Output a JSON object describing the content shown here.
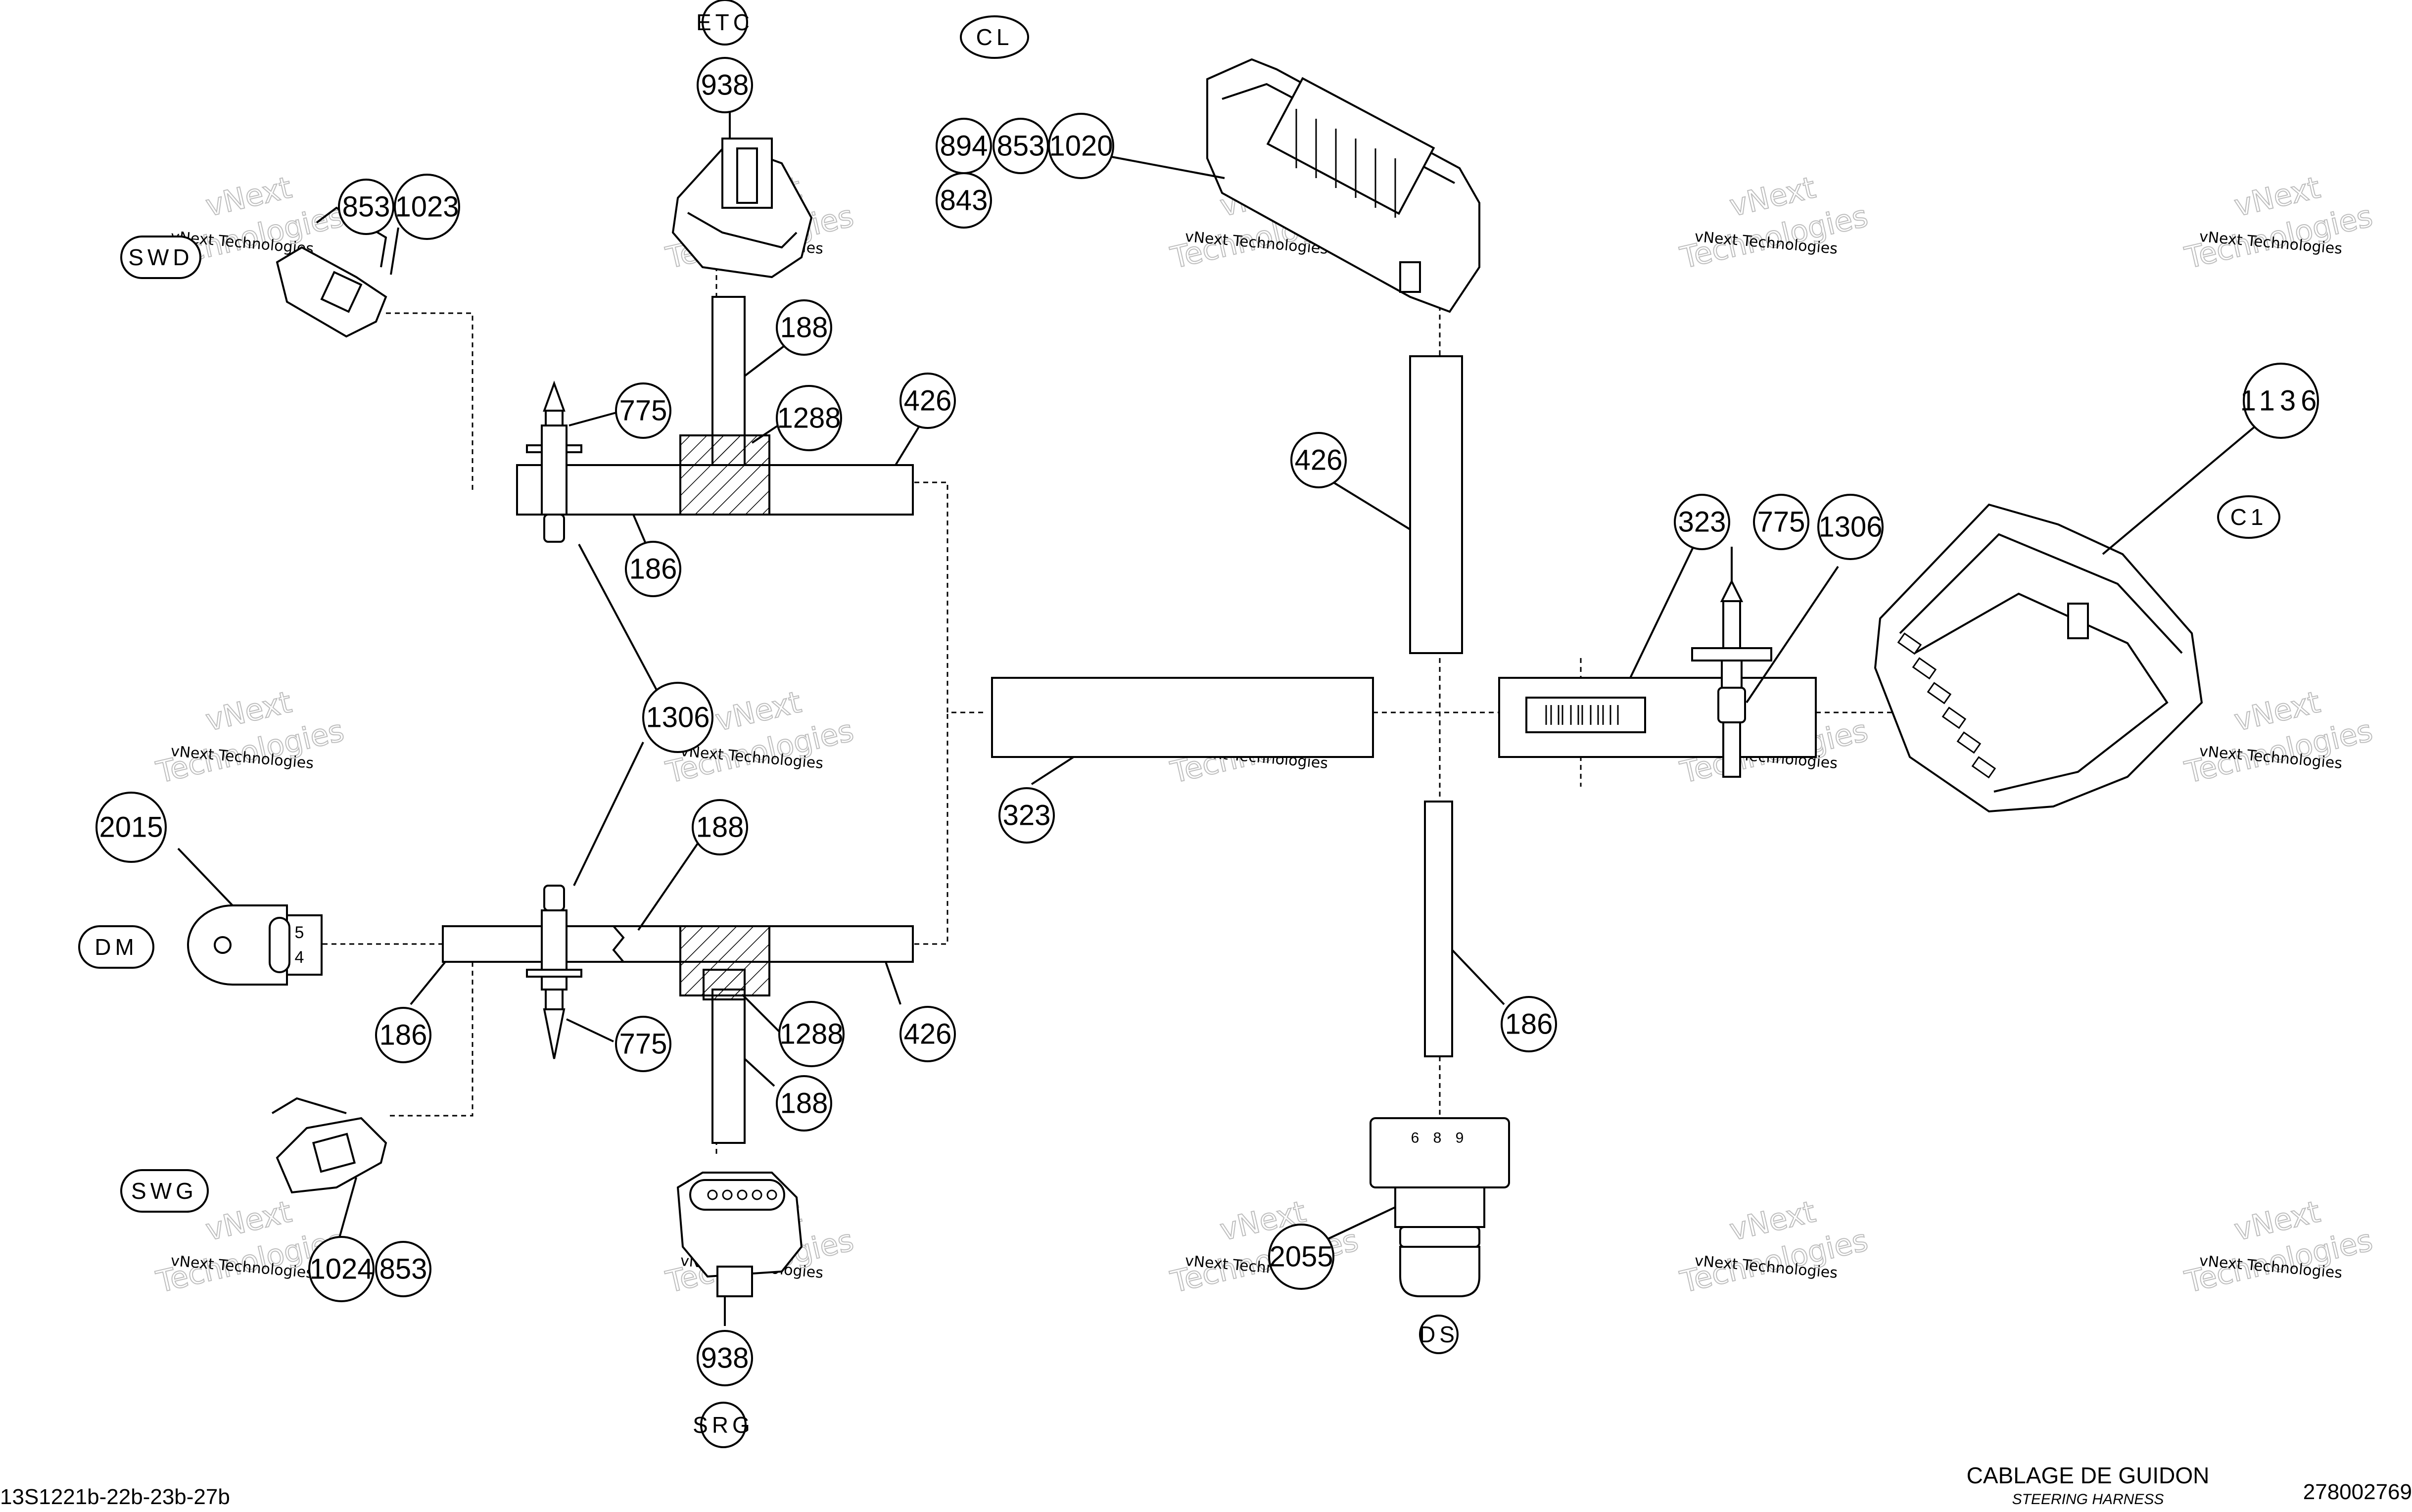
{
  "callouts": [
    {
      "id": "c-938-top",
      "text": "938"
    },
    {
      "id": "c-894",
      "text": "894"
    },
    {
      "id": "c-853-cl",
      "text": "853"
    },
    {
      "id": "c-1020",
      "text": "1020"
    },
    {
      "id": "c-843",
      "text": "843"
    },
    {
      "id": "c-853-swd",
      "text": "853"
    },
    {
      "id": "c-1023",
      "text": "1023"
    },
    {
      "id": "c-188-top",
      "text": "188"
    },
    {
      "id": "c-1288-top",
      "text": "1288"
    },
    {
      "id": "c-426-top",
      "text": "426"
    },
    {
      "id": "c-775-top",
      "text": "775"
    },
    {
      "id": "c-186-top",
      "text": "186"
    },
    {
      "id": "c-426-mid",
      "text": "426"
    },
    {
      "id": "c-1136",
      "text": "1136"
    },
    {
      "id": "c-323-right",
      "text": "323"
    },
    {
      "id": "c-775-right",
      "text": "775"
    },
    {
      "id": "c-1306-right",
      "text": "1306"
    },
    {
      "id": "c-1306-mid",
      "text": "1306"
    },
    {
      "id": "c-323-left",
      "text": "323"
    },
    {
      "id": "c-2015",
      "text": "2015"
    },
    {
      "id": "c-188-bot",
      "text": "188"
    },
    {
      "id": "c-186-bot",
      "text": "186"
    },
    {
      "id": "c-775-bot",
      "text": "775"
    },
    {
      "id": "c-1288-bot",
      "text": "1288"
    },
    {
      "id": "c-426-bot",
      "text": "426"
    },
    {
      "id": "c-188-bot2",
      "text": "188"
    },
    {
      "id": "c-186-right",
      "text": "186"
    },
    {
      "id": "c-1024",
      "text": "1024"
    },
    {
      "id": "c-853-swg",
      "text": "853"
    },
    {
      "id": "c-938-bot",
      "text": "938"
    },
    {
      "id": "c-2055",
      "text": "2055"
    }
  ],
  "labels": {
    "etc": "ETC",
    "cl": "CL",
    "swd": "SWD",
    "c1": "C1",
    "dm": "DM",
    "swg": "SWG",
    "srg": "SRG",
    "ds": "DS"
  },
  "component_text": {
    "dm_pins_top": "5",
    "dm_pins_bottom": "4",
    "ds_pins": "6 8 9"
  },
  "watermark": {
    "line1": "vNext Technologies",
    "line2": "vNext",
    "line3": "Technologies"
  },
  "footer": {
    "drawing_code": "13S1221b-22b-23b-27b",
    "title": "CABLAGE DE GUIDON",
    "subtitle": "STEERING HARNESS",
    "part_number": "278002769"
  }
}
